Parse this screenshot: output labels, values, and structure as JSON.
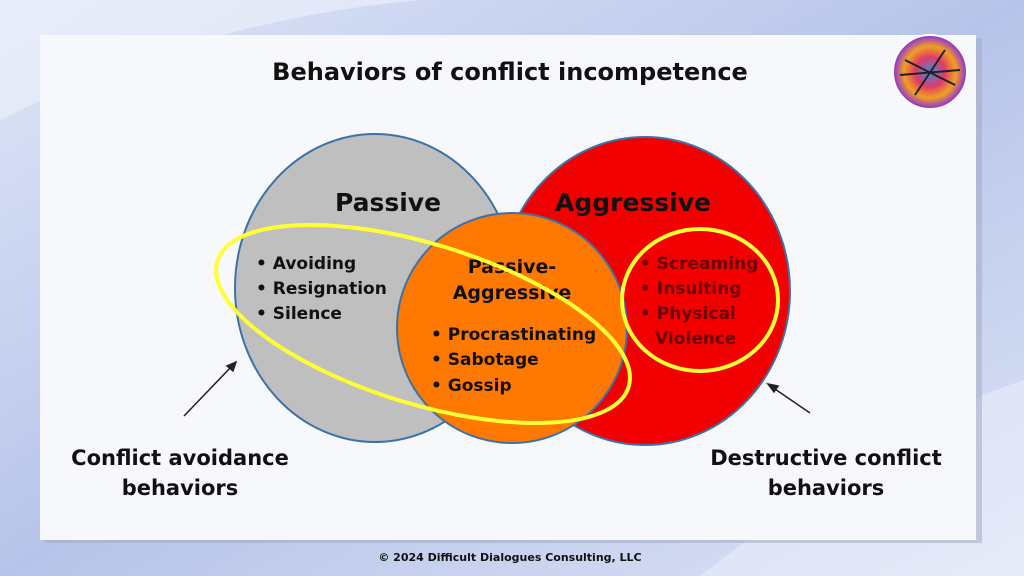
{
  "title": "Behaviors of conflict incompetence",
  "footer": "© 2024 Difficult Dialogues Consulting, LLC",
  "logo": {
    "name": "colorful-mosaic-logo"
  },
  "colors": {
    "passive": "#bfbfbf",
    "aggressive": "#f00000",
    "passive_aggressive": "#ff7800",
    "highlight": "#ffff33",
    "outline": "#3b73a8"
  },
  "passive": {
    "label": "Passive",
    "items": [
      "• Avoiding",
      "• Resignation",
      "• Silence"
    ]
  },
  "aggressive": {
    "label": "Aggressive",
    "items": [
      "• Screaming",
      "• Insulting",
      "• Physical",
      "Violence"
    ]
  },
  "passive_aggressive": {
    "label_line1": "Passive-",
    "label_line2": "Aggressive",
    "items": [
      "• Procrastinating",
      "• Sabotage",
      "• Gossip"
    ]
  },
  "callouts": {
    "left": {
      "line1": "Conflict avoidance",
      "line2": "behaviors"
    },
    "right": {
      "line1": "Destructive conflict",
      "line2": "behaviors"
    }
  }
}
